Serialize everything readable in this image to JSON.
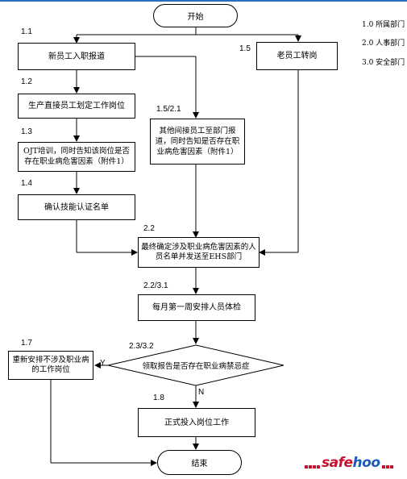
{
  "nodes": {
    "start": "开始",
    "n1_1": "新员工入职报道",
    "n1_2": "生产直接员工划定工作岗位",
    "n1_3": "OJT培训，同时告知该岗位是否存在职业病危害因素（附件1）",
    "n1_4": "确认技能认证名单",
    "n1_5a": "老员工转岗",
    "n1_5b": "其他间接员工至部门报道，同时告知是否存在职业病危害因素（附件1）",
    "n2_2": "最终确定涉及职业病危害因素的人员名单并发送至EHS部门",
    "n2_2b": "每月第一周安排人员体检",
    "n2_3": "领取报告是否存在职业病禁忌症",
    "n1_7": "重新安排不涉及职业病的工作岗位",
    "n1_8": "正式投入岗位工作",
    "end": "结束"
  },
  "steps": {
    "s1_1": "1.1",
    "s1_2": "1.2",
    "s1_3": "1.3",
    "s1_4": "1.4",
    "s1_5": "1.5",
    "s1_5_2_1": "1.5/2.1",
    "s2_2": "2.2",
    "s2_2_3_1": "2.2/3.1",
    "s2_3_3_2": "2.3/3.2",
    "s1_7": "1.7",
    "s1_8": "1.8"
  },
  "branch": {
    "yes": "Y",
    "no": "N"
  },
  "legend": [
    "1.0 所属部门",
    "2.0 人事部门",
    "3.0 安全部门"
  ],
  "logo": {
    "text_safe": "safe",
    "text_hoo": "hoo"
  },
  "colors": {
    "accent_line": "#2b6cc4",
    "logo_red": "#c8102e",
    "logo_blue": "#1e5bb8"
  }
}
